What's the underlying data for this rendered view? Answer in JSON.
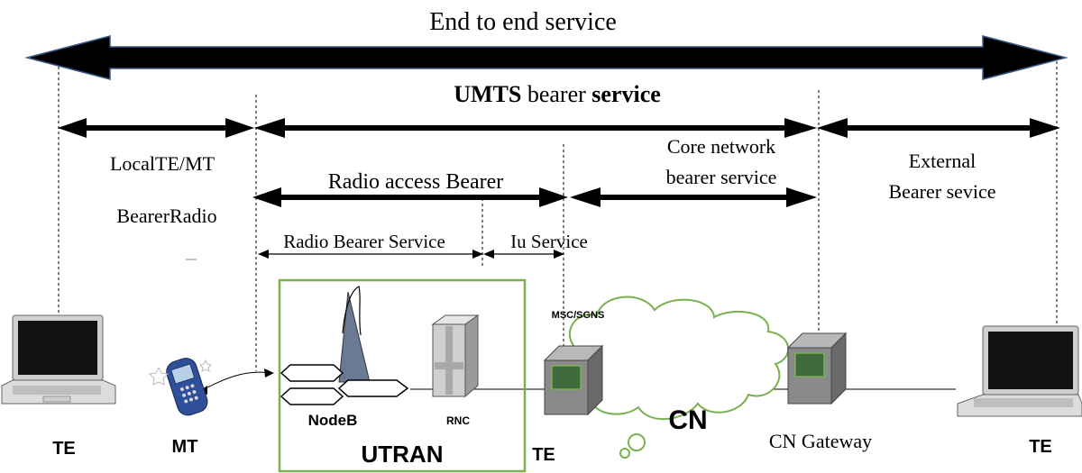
{
  "labels": {
    "end_to_end": "End to end service",
    "umts_bold1": "UMTS",
    "umts_mid": " bearer ",
    "umts_bold2": "service",
    "local_te_mt": "LocalTE/MT",
    "bearer_radio": "BearerRadio",
    "radio_access_bearer": "Radio access Bearer",
    "core_network_line1": "Core network",
    "core_network_line2": "bearer service",
    "external_line1": "External",
    "external_line2": "Bearer sevice",
    "radio_bearer_service": "Radio Bearer Service",
    "iu_service": "Iu Service",
    "msc_sgns": "MSC/SGNS",
    "nodeb": "NodeB",
    "rnc": "RNC",
    "cn": "CN",
    "cn_gateway": "CN Gateway",
    "utran": "UTRAN"
  },
  "devices": {
    "te_left": "TE",
    "mt": "MT",
    "te_mid": "TE",
    "te_right": "TE"
  },
  "colors": {
    "utran_border": "#7ab050",
    "cloud_outline": "#7ab050",
    "server_body": "#8a8a8a",
    "server_screen": "#3d6b3d",
    "arrow_fill": "#000000"
  }
}
